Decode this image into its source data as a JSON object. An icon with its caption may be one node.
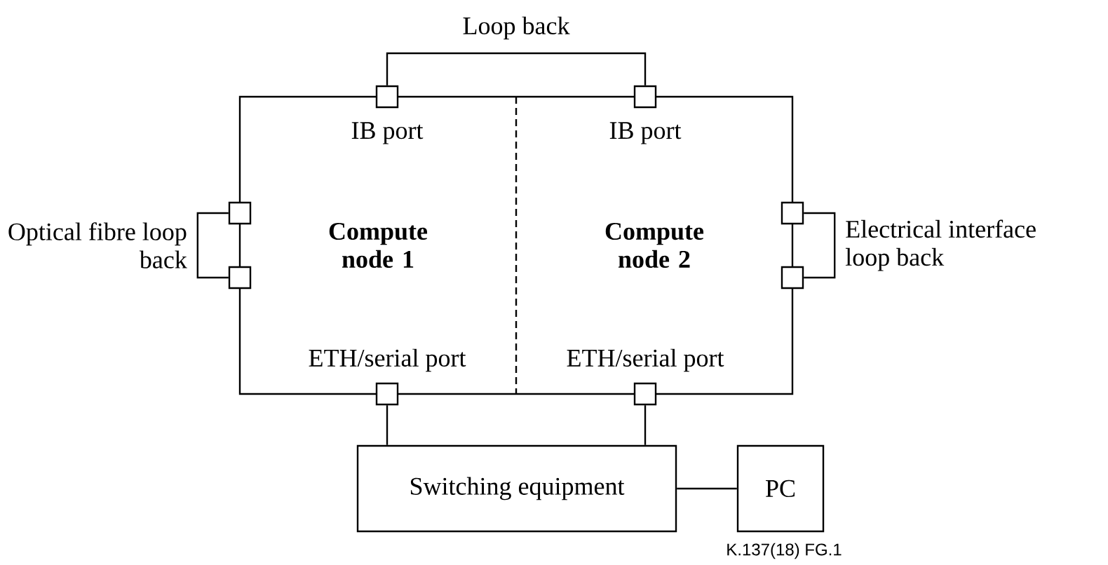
{
  "diagram": {
    "nodes": [
      {
        "text": [
          "Compute node 1"
        ]
      },
      {
        "text": [
          "Compute node 2"
        ]
      },
      {
        "text": [],
        "shape": "box",
        "beside": [
          "IB port"
        ]
      },
      {
        "text": [],
        "shape": "box",
        "beside": [
          "IB port"
        ]
      },
      {
        "text": [],
        "shape": "box"
      },
      {
        "text": [],
        "shape": "box"
      },
      {
        "text": [],
        "shape": "box"
      },
      {
        "text": [],
        "shape": "box"
      },
      {
        "text": [],
        "shape": "box",
        "beside": [
          "ETH/serial port"
        ]
      },
      {
        "text": [],
        "shape": "box",
        "beside": [
          "ETH/serial port"
        ]
      },
      {
        "text": [
          "Switching equipment"
        ]
      },
      {
        "text": [
          "PC"
        ]
      }
    ],
    "edges": [
      {
        "from": 2,
        "to": 3,
        "arrow": "none",
        "label": "Loop back"
      },
      {
        "from": 4,
        "to": 5,
        "arrow": "none",
        "label": "Optical fibre loop back"
      },
      {
        "from": 6,
        "to": 7,
        "arrow": "none",
        "label": "Electrical interface loop back"
      },
      {
        "from": 8,
        "to": 10,
        "arrow": "none"
      },
      {
        "from": 9,
        "to": 10,
        "arrow": "none"
      },
      {
        "from": 10,
        "to": 11,
        "arrow": "none"
      }
    ],
    "labels": [
      "K.137(18)  FG.1"
    ]
  }
}
